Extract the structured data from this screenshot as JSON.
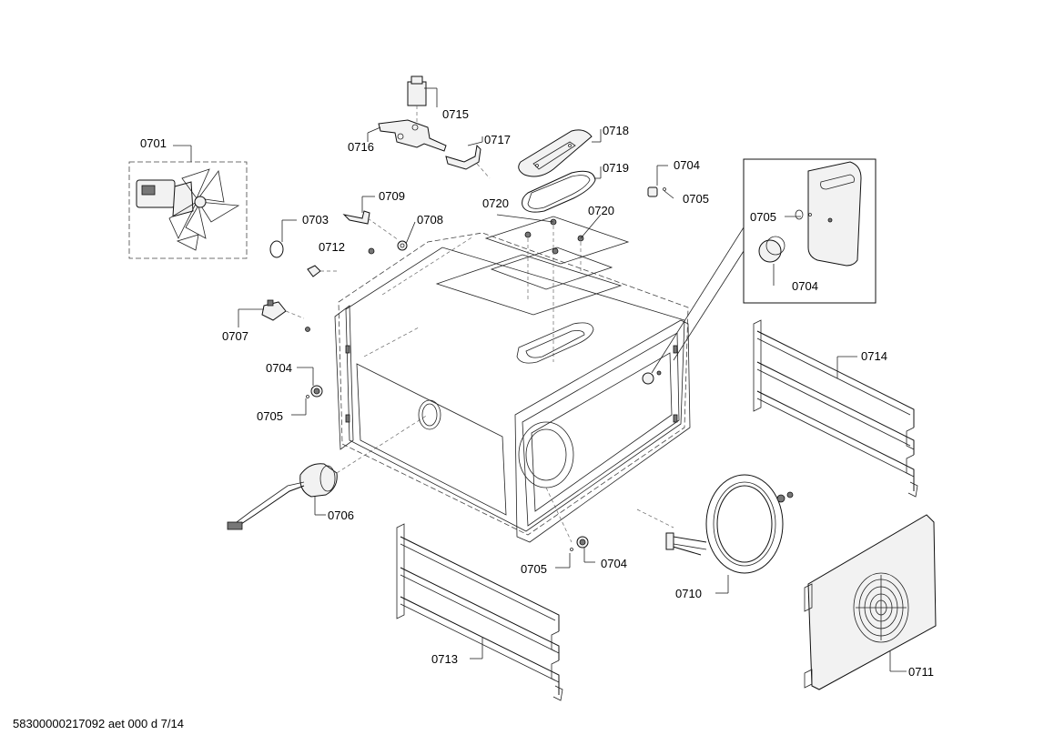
{
  "footer": {
    "doc_id": "58300000217092 aet 000 d 7/14"
  },
  "parts": {
    "p0701": "0701",
    "p0703": "0703",
    "p0704a": "0704",
    "p0704b": "0704",
    "p0704c": "0704",
    "p0704d": "0704",
    "p0705a": "0705",
    "p0705b": "0705",
    "p0705c": "0705",
    "p0705d": "0705",
    "p0706": "0706",
    "p0707": "0707",
    "p0708": "0708",
    "p0709": "0709",
    "p0710": "0710",
    "p0711": "0711",
    "p0712": "0712",
    "p0713": "0713",
    "p0714": "0714",
    "p0715": "0715",
    "p0716": "0716",
    "p0717": "0717",
    "p0718": "0718",
    "p0719": "0719",
    "p0720a": "0720",
    "p0720b": "0720"
  }
}
